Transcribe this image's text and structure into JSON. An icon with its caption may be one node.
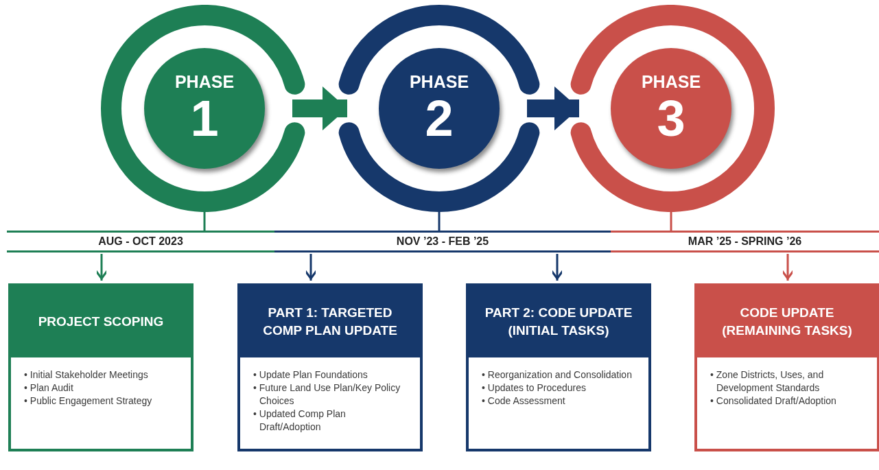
{
  "diagram": {
    "nodes": [
      {
        "text": [
          "PHASE",
          "1"
        ]
      },
      {
        "text": [
          "PHASE",
          "2"
        ]
      },
      {
        "text": [
          "PHASE",
          "3"
        ]
      },
      {
        "text": [
          "AUG - OCT 2023"
        ]
      },
      {
        "text": [
          "NOV ’23 - FEB ’25"
        ]
      },
      {
        "text": [
          "MAR ’25 - SPRING ’26"
        ]
      },
      {
        "text": [
          "PROJECT SCOPING",
          "• Initial Stakeholder Meetings",
          "• Plan Audit",
          "• Public Engagement Strategy"
        ]
      },
      {
        "text": [
          "PART 1: TARGETED COMP PLAN UPDATE",
          "• Update Plan Foundations",
          "• Future Land Use Plan/Key Policy Choices",
          "• Updated Comp Plan Draft/Adoption"
        ]
      },
      {
        "text": [
          "PART 2: CODE UPDATE (INITIAL TASKS)",
          "• Reorganization and Consolidation",
          "• Updates to Procedures",
          "• Code Assessment"
        ]
      },
      {
        "text": [
          "CODE UPDATE (REMAINING TASKS)",
          "• Zone Districts, Uses, and Development Standards",
          "• Consolidated Draft/Adoption"
        ]
      }
    ],
    "edges": [
      {
        "from": 0,
        "to": 1,
        "arrow": "to",
        "style": "thick",
        "color": "#1e7f55"
      },
      {
        "from": 1,
        "to": 2,
        "arrow": "to",
        "style": "thick",
        "color": "#16386b"
      },
      {
        "from": 0,
        "to": 3,
        "arrow": "none",
        "color": "#1e7f55"
      },
      {
        "from": 1,
        "to": 4,
        "arrow": "none",
        "color": "#16386b"
      },
      {
        "from": 2,
        "to": 5,
        "arrow": "none",
        "color": "#c9504a"
      },
      {
        "from": 3,
        "to": 6,
        "arrow": "to",
        "color": "#1e7f55"
      },
      {
        "from": 4,
        "to": 7,
        "arrow": "to",
        "color": "#16386b"
      },
      {
        "from": 4,
        "to": 8,
        "arrow": "to",
        "color": "#16386b"
      },
      {
        "from": 5,
        "to": 9,
        "arrow": "to",
        "color": "#c9504a"
      }
    ]
  }
}
